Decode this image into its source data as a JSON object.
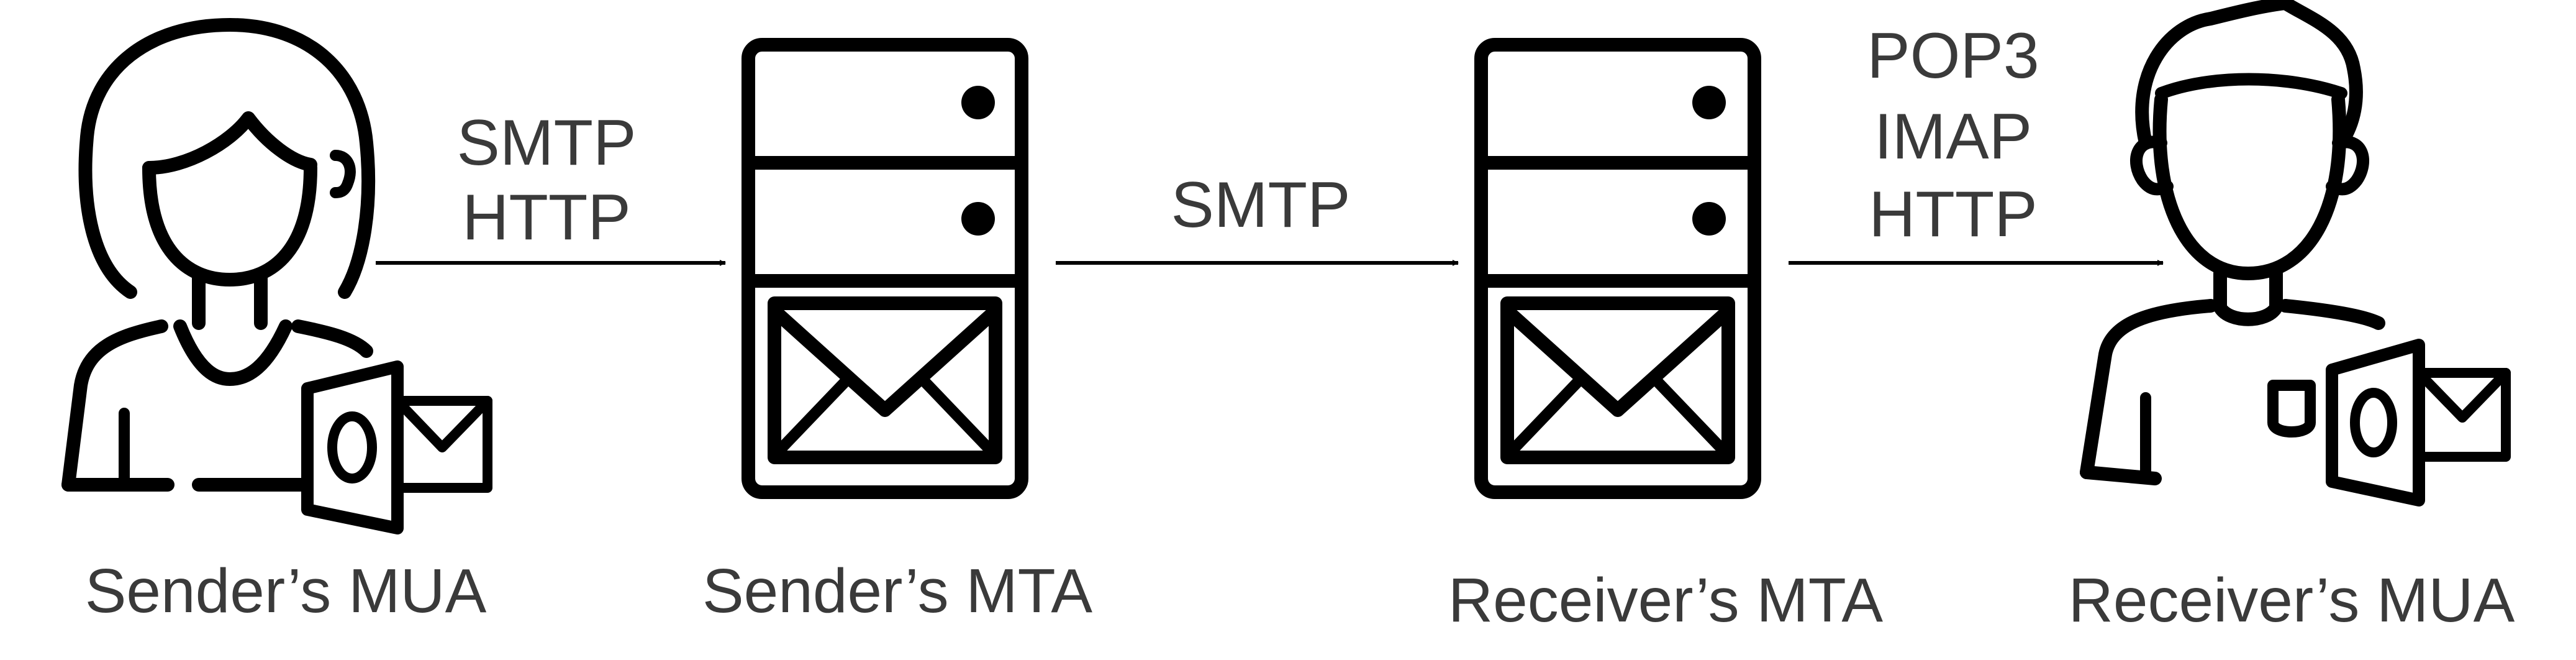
{
  "nodes": {
    "sender_mua": {
      "label": "Sender’s MUA"
    },
    "sender_mta": {
      "label": "Sender’s MTA"
    },
    "receiver_mta": {
      "label": "Receiver’s MTA"
    },
    "receiver_mua": {
      "label": "Receiver’s MUA"
    }
  },
  "edges": {
    "mua_to_mta": {
      "lines": [
        "SMTP",
        "HTTP"
      ]
    },
    "mta_to_mta": {
      "lines": [
        "SMTP"
      ]
    },
    "mta_to_mua": {
      "lines": [
        "POP3",
        "IMAP",
        "HTTP"
      ]
    }
  },
  "icons": {
    "sender_mua": "woman-user-with-mail-client-icon",
    "sender_mta": "mail-server-icon",
    "receiver_mta": "mail-server-icon",
    "receiver_mua": "man-user-with-mail-client-icon"
  }
}
